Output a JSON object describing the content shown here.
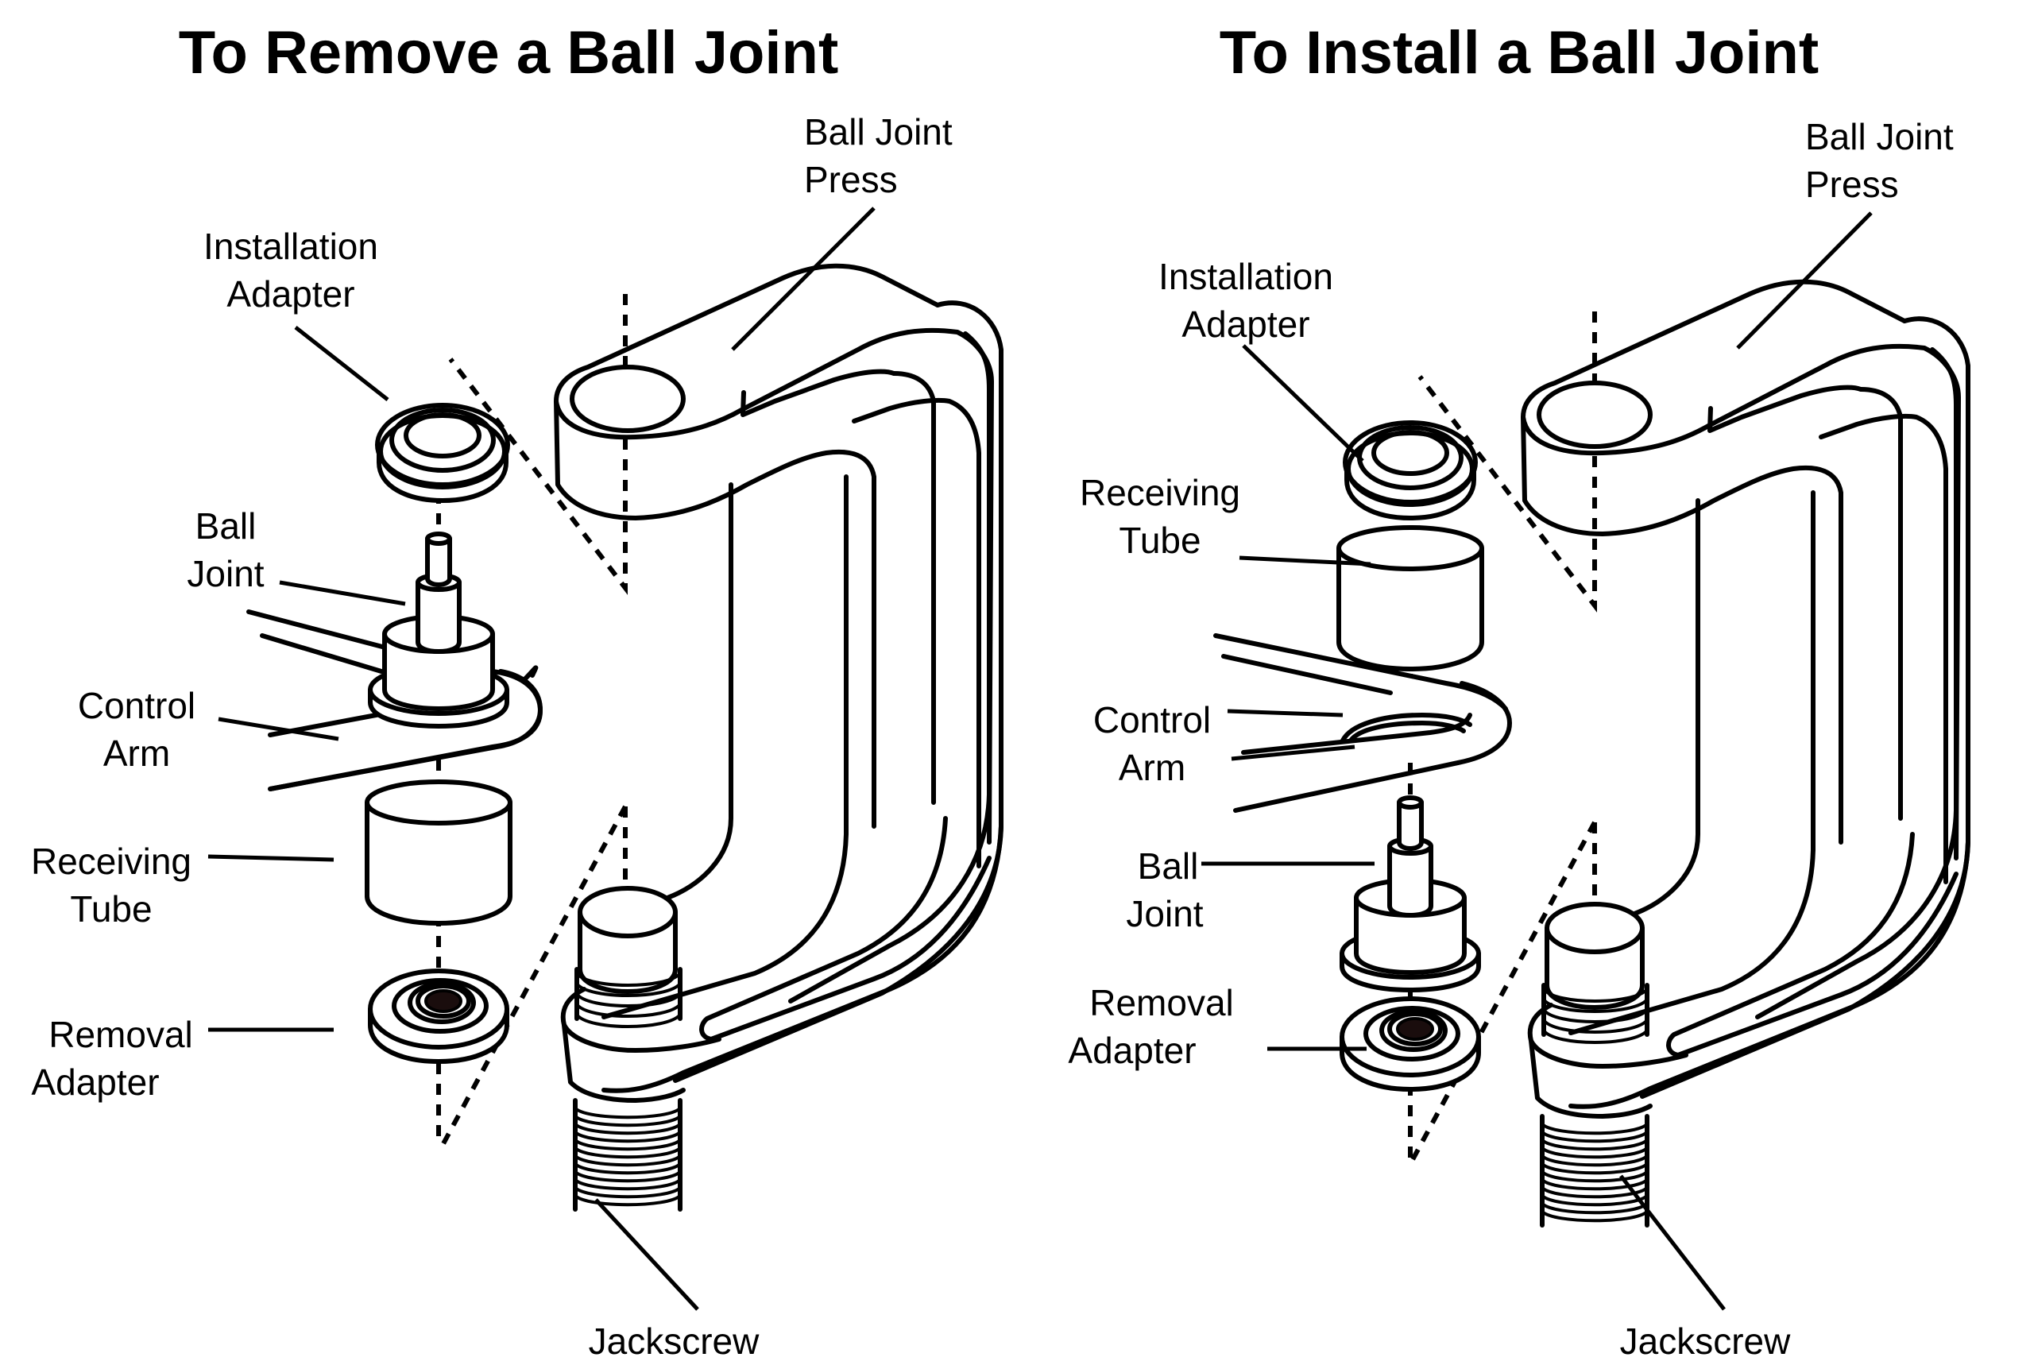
{
  "panels": {
    "remove": {
      "title": "To Remove a Ball Joint",
      "labels": {
        "ball_joint_press": [
          "Ball Joint",
          "Press"
        ],
        "installation_adapter": [
          "Installation",
          "Adapter"
        ],
        "ball_joint": [
          "Ball",
          "Joint"
        ],
        "control_arm": [
          "Control",
          "Arm"
        ],
        "receiving_tube": [
          "Receiving",
          "Tube"
        ],
        "removal_adapter": [
          "Removal",
          "Adapter"
        ],
        "jackscrew": "Jackscrew"
      },
      "stack_order_top_to_bottom": [
        "Installation Adapter",
        "Ball Joint",
        "Control Arm",
        "Receiving Tube",
        "Removal Adapter"
      ]
    },
    "install": {
      "title": "To Install a Ball Joint",
      "labels": {
        "ball_joint_press": [
          "Ball Joint",
          "Press"
        ],
        "installation_adapter": [
          "Installation",
          "Adapter"
        ],
        "receiving_tube": [
          "Receiving",
          "Tube"
        ],
        "control_arm": [
          "Control",
          "Arm"
        ],
        "ball_joint": [
          "Ball",
          "Joint"
        ],
        "removal_adapter": [
          "Removal",
          "Adapter"
        ],
        "jackscrew": "Jackscrew"
      },
      "stack_order_top_to_bottom": [
        "Installation Adapter",
        "Receiving Tube",
        "Control Arm",
        "Ball Joint",
        "Removal Adapter"
      ]
    }
  }
}
